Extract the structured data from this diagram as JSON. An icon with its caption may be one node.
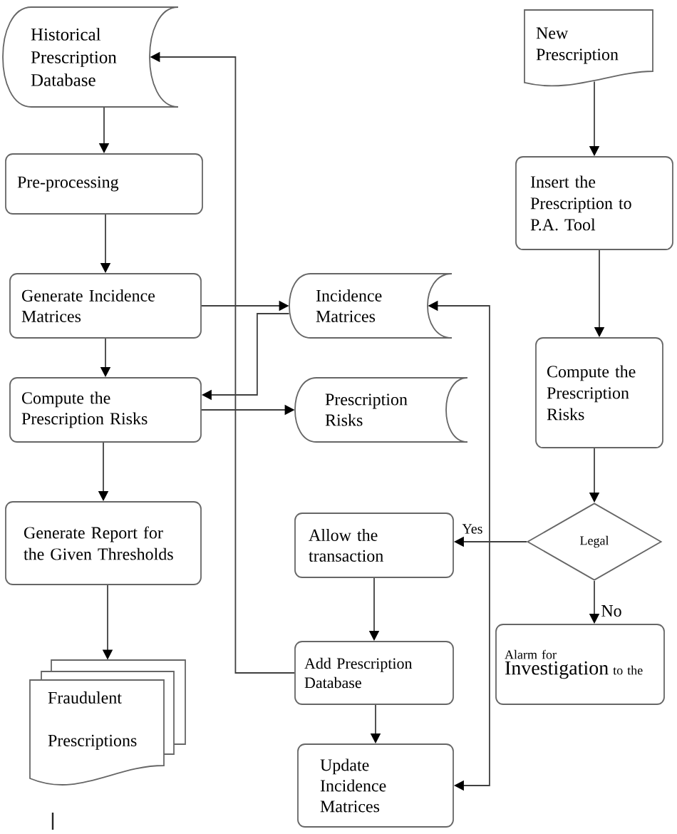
{
  "diagram": {
    "nodes": [
      {
        "text": [
          "Historical Prescription Database"
        ]
      },
      {
        "text": [
          "Pre-processing"
        ]
      },
      {
        "text": [
          "Generate Incidence Matrices"
        ]
      },
      {
        "text": [
          "Compute the Prescription Risks"
        ]
      },
      {
        "text": [
          "Generate Report for the Given Thresholds"
        ]
      },
      {
        "text": [
          "Fraudulent Prescriptions"
        ]
      },
      {
        "text": [
          "New Prescription"
        ]
      },
      {
        "text": [
          "Insert the Prescription to P.A. Tool"
        ]
      },
      {
        "text": [
          "Incidence Matrices"
        ]
      },
      {
        "text": [
          "Prescription Risks"
        ]
      },
      {
        "text": [
          "Compute the Prescription Risks"
        ]
      },
      {
        "text": [
          "Legal"
        ]
      },
      {
        "text": [
          "Allow the transaction"
        ]
      },
      {
        "text": [
          "Alarm for",
          "Investigation",
          "to the"
        ]
      },
      {
        "text": [
          "Add Prescription Database"
        ]
      },
      {
        "text": [
          "Update Incidence Matrices"
        ]
      }
    ],
    "edges": [
      {
        "from": 0,
        "to": 1,
        "arrow": "to"
      },
      {
        "from": 1,
        "to": 2,
        "arrow": "to"
      },
      {
        "from": 2,
        "to": 3,
        "arrow": "to"
      },
      {
        "from": 3,
        "to": 4,
        "arrow": "to"
      },
      {
        "from": 4,
        "to": 5,
        "arrow": "to"
      },
      {
        "from": 2,
        "to": 8,
        "arrow": "to"
      },
      {
        "from": 8,
        "to": 3,
        "arrow": "to"
      },
      {
        "from": 3,
        "to": 9,
        "arrow": "to"
      },
      {
        "from": 6,
        "to": 7,
        "arrow": "to"
      },
      {
        "from": 7,
        "to": 10,
        "arrow": "to"
      },
      {
        "from": 10,
        "to": 11,
        "arrow": "to"
      },
      {
        "from": 11,
        "to": 12,
        "arrow": "to",
        "label": "Yes"
      },
      {
        "from": 11,
        "to": 13,
        "arrow": "to",
        "label": "No"
      },
      {
        "from": 12,
        "to": 14,
        "arrow": "to"
      },
      {
        "from": 14,
        "to": 15,
        "arrow": "to"
      },
      {
        "from": 14,
        "to": 0,
        "arrow": "to"
      },
      {
        "from": 8,
        "to": 15,
        "arrow": "both"
      }
    ]
  }
}
